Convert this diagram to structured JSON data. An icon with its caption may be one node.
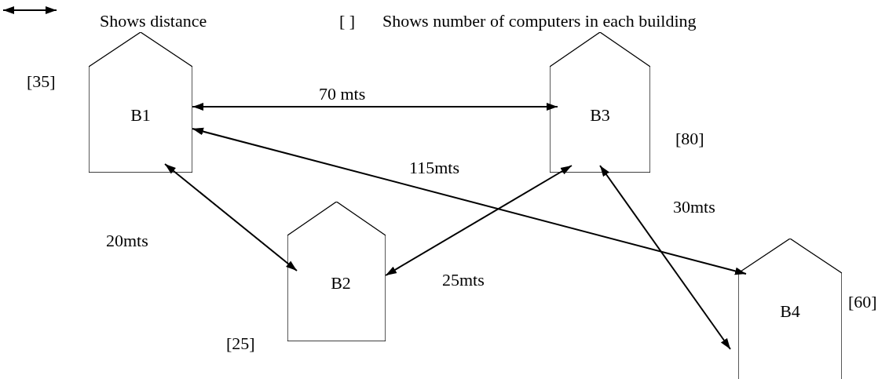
{
  "diagram": {
    "nodes": [
      {
        "text": [
          "B1"
        ],
        "beside": [
          "[35]"
        ]
      },
      {
        "text": [
          "B3"
        ],
        "beside": [
          "[80]"
        ]
      },
      {
        "text": [
          "B2"
        ],
        "beside": [
          "[25]"
        ]
      },
      {
        "text": [
          "B4"
        ],
        "beside": [
          "[60]"
        ]
      }
    ],
    "edges": [
      {
        "from": 0,
        "to": 1,
        "arrow": "both",
        "label": "70 mts"
      },
      {
        "from": 0,
        "to": 3,
        "arrow": "both",
        "label": "115mts"
      },
      {
        "from": 0,
        "to": 2,
        "arrow": "both",
        "label": "20mts"
      },
      {
        "from": 1,
        "to": 2,
        "arrow": "both",
        "label": "25mts"
      },
      {
        "from": 1,
        "to": 3,
        "arrow": "both",
        "label": "30mts"
      }
    ],
    "labels": [
      "[ ]"
    ],
    "legend": [
      {
        "text": "Shows distance"
      },
      {
        "text": "Shows number of computers in each building"
      }
    ]
  }
}
